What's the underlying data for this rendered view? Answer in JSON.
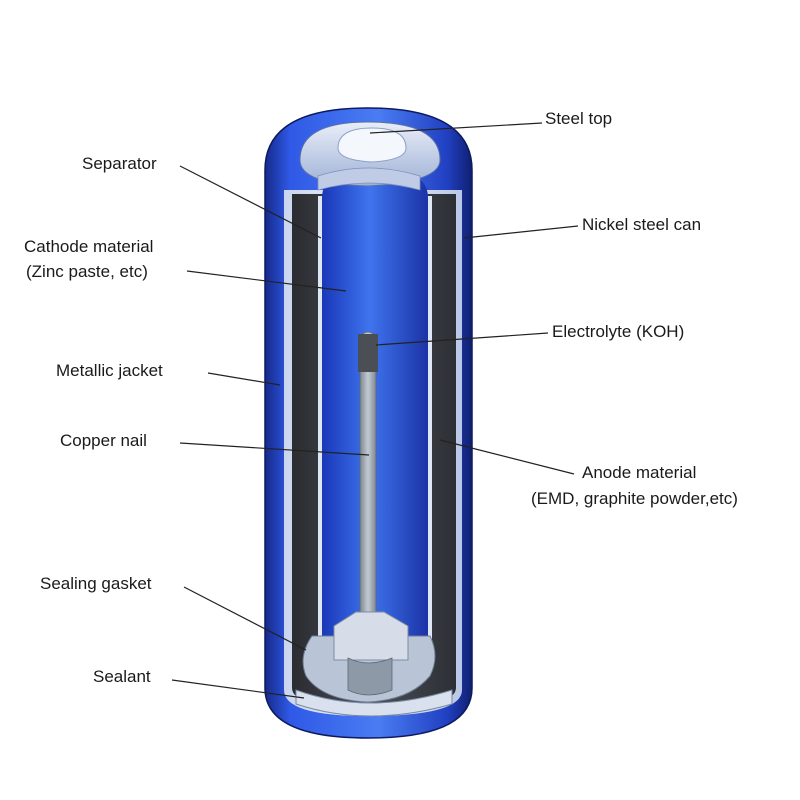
{
  "diagram": {
    "labels": {
      "steel_top": "Steel top",
      "separator": "Separator",
      "nickel_steel_can": "Nickel steel can",
      "cathode_line1": "Cathode material",
      "cathode_line2": "(Zinc paste, etc)",
      "electrolyte": "Electrolyte (KOH)",
      "metallic_jacket": "Metallic jacket",
      "copper_nail": "Copper nail",
      "anode_line1": "Anode material",
      "anode_line2": "(EMD, graphite powder,etc)",
      "sealing_gasket": "Sealing gasket",
      "sealant": "Sealant"
    },
    "colors": {
      "jacket_blue": "#1f3fb8",
      "inner_blue": "#2b5fe0",
      "dark_layer": "#3c3f44",
      "nail_gray": "#9aa4ad",
      "leader": "#222222"
    }
  }
}
